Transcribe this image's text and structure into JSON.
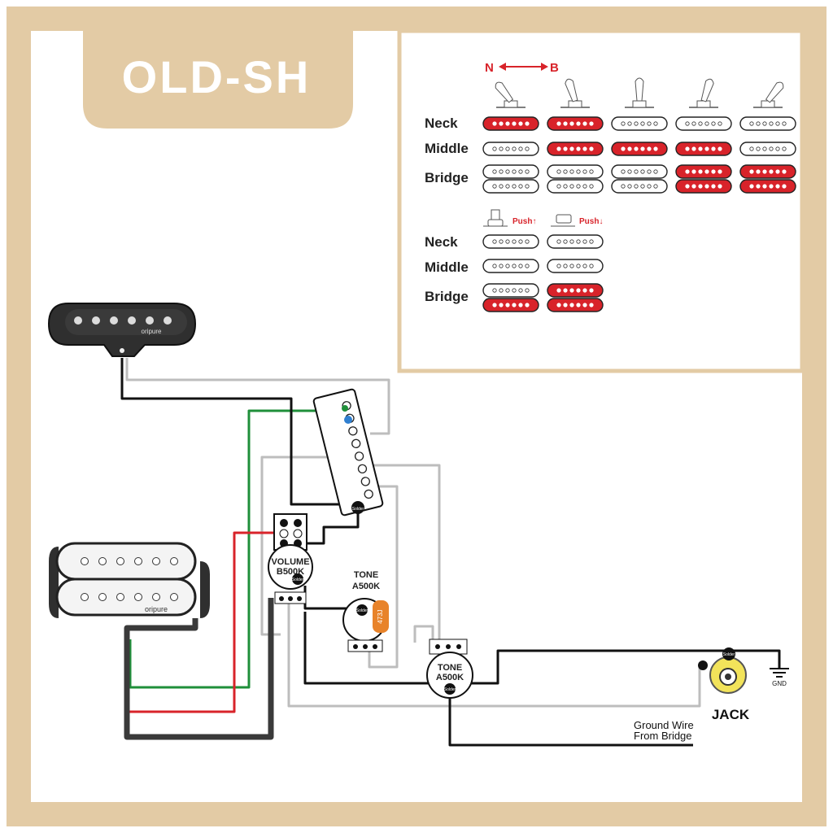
{
  "header": {
    "title": "OLD-SH"
  },
  "colors": {
    "frame": "#e3cba5",
    "active_pickup": "#d8232a",
    "inactive_pickup": "#ffffff",
    "wire_red": "#d8232a",
    "wire_green": "#1f8f3a",
    "wire_black": "#111111",
    "wire_white": "#bdbdbd"
  },
  "switch_chart": {
    "direction_left": "N",
    "direction_right": "B",
    "row_labels": [
      "Neck",
      "Middle",
      "Bridge"
    ],
    "positions": [
      {
        "neck": true,
        "middle": false,
        "bridge": false
      },
      {
        "neck": true,
        "middle": true,
        "bridge": false
      },
      {
        "neck": false,
        "middle": true,
        "bridge": false
      },
      {
        "neck": false,
        "middle": true,
        "bridge": true
      },
      {
        "neck": false,
        "middle": false,
        "bridge": true
      }
    ]
  },
  "push_chart": {
    "labels": [
      "Push↑",
      "Push↓"
    ],
    "row_labels": [
      "Neck",
      "Middle",
      "Bridge"
    ],
    "positions": [
      {
        "neck": false,
        "middle": false,
        "bridge": "lower"
      },
      {
        "neck": false,
        "middle": false,
        "bridge": "both"
      }
    ]
  },
  "wiring": {
    "single_coil_brand": "oripure",
    "humbucker_brand": "oripure",
    "volume_label": "VOLUME",
    "volume_value": "B500K",
    "tone1_label": "TONE",
    "tone1_value": "A500K",
    "tone2_label": "TONE",
    "tone2_value": "A500K",
    "capacitor_label": "473J",
    "jack_label": "JACK",
    "ground_label": "GND",
    "solder_label": "Solder",
    "ground_wire_line1": "Ground Wire",
    "ground_wire_line2": "From Bridge"
  }
}
